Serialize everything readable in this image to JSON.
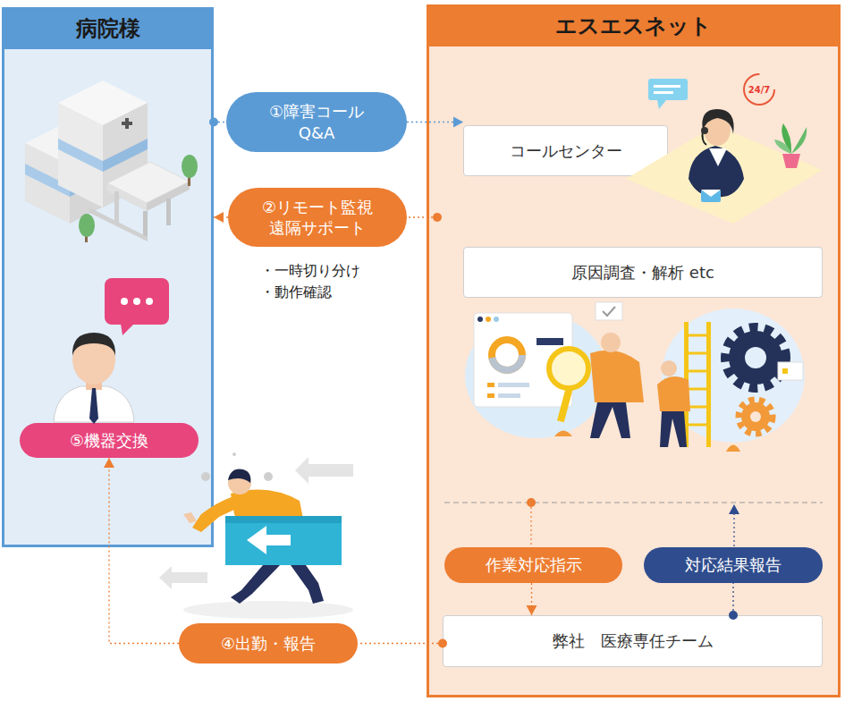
{
  "diagram": {
    "nodes": [
      {
        "text": [
          "病院様"
        ]
      },
      {
        "text": [
          "エスエスネット"
        ]
      },
      {
        "text": [
          "①障害コール Q&A"
        ]
      },
      {
        "text": [
          "②リモート監視 遠隔サポート"
        ]
      },
      {
        "text": [
          "コールセンター"
        ],
        "in": 1
      },
      {
        "text": [
          "原因調査・解析 etc"
        ],
        "in": 1
      },
      {
        "text": [
          "⑤機器交換"
        ],
        "in": 0
      },
      {
        "text": [
          "作業対応指示"
        ],
        "in": 1
      },
      {
        "text": [
          "対応結果報告"
        ],
        "in": 1
      },
      {
        "text": [
          "④出勤・報告"
        ]
      },
      {
        "text": [
          "弊社　医療専任チーム"
        ],
        "in": 1
      }
    ],
    "edges": [
      {
        "from": 0,
        "to": 2,
        "arrow": "none"
      },
      {
        "from": 2,
        "to": 4,
        "arrow": "to"
      },
      {
        "from": 1,
        "to": 3,
        "arrow": "none"
      },
      {
        "from": 3,
        "to": 0,
        "arrow": "to"
      },
      {
        "from": 7,
        "to": 10,
        "arrow": "to"
      },
      {
        "from": 10,
        "to": 8,
        "arrow": "none"
      },
      {
        "from": 10,
        "to": 9,
        "arrow": "none"
      },
      {
        "from": 9,
        "to": 6,
        "arrow": "to"
      }
    ],
    "labels": [
      "・一時切り分け",
      "・動作確認",
      "24/7"
    ]
  }
}
